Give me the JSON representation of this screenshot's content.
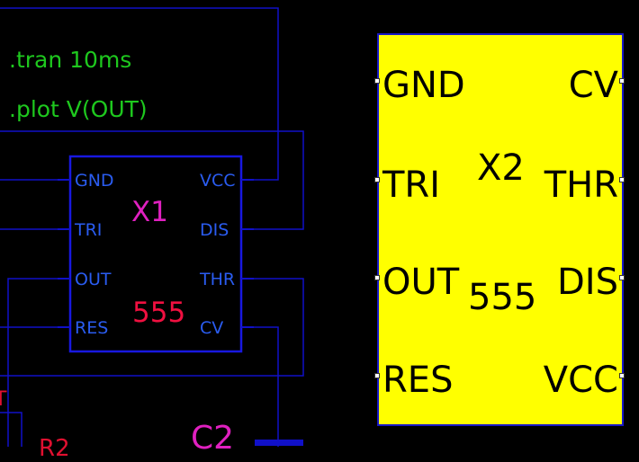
{
  "directives": {
    "tran": ".tran 10ms",
    "plot": ".plot V(OUT)"
  },
  "x1": {
    "ref": "X1",
    "value": "555",
    "pins_left": [
      "GND",
      "TRI",
      "OUT",
      "RES"
    ],
    "pins_right": [
      "VCC",
      "DIS",
      "THR",
      "CV"
    ]
  },
  "x2": {
    "ref": "X2",
    "value": "555",
    "pins_left": [
      "GND",
      "TRI",
      "OUT",
      "RES"
    ],
    "pins_right": [
      "CV",
      "THR",
      "DIS",
      "VCC"
    ]
  },
  "partial_labels": {
    "left_fragment": "T",
    "r2": "R2",
    "c2": "C2"
  },
  "colors": {
    "background": "#000000",
    "wire": "#1010c8",
    "directive": "#1ec81e",
    "pin_label": "#2a5cf0",
    "ref": "#e020c0",
    "value": "#f01040",
    "block_fill": "#ffff00"
  }
}
